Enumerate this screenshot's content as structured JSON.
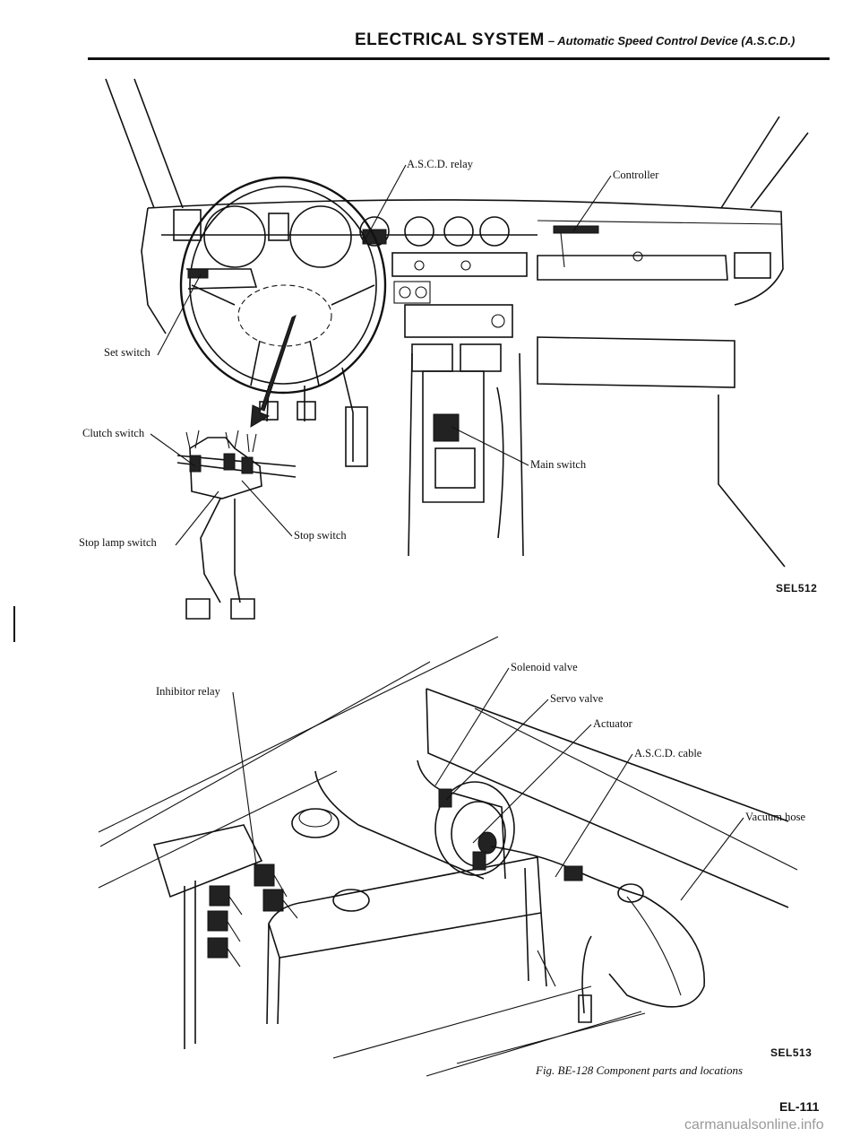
{
  "header": {
    "title": "ELECTRICAL SYSTEM",
    "subtitle": "– Automatic Speed Control Device (A.S.C.D.)"
  },
  "diagram_top": {
    "labels": {
      "ascd_relay": "A.S.C.D. relay",
      "controller": "Controller",
      "set_switch": "Set switch",
      "clutch_switch": "Clutch switch",
      "stop_lamp_switch": "Stop lamp switch",
      "stop_switch": "Stop switch",
      "main_switch": "Main switch"
    },
    "code": "SEL512"
  },
  "diagram_bottom": {
    "labels": {
      "solenoid_valve": "Solenoid valve",
      "servo_valve": "Servo valve",
      "actuator": "Actuator",
      "ascd_cable": "A.S.C.D. cable",
      "vacuum_hose": "Vacuum hose",
      "inhibitor_relay": "Inhibitor relay"
    },
    "code": "SEL513"
  },
  "caption": "Fig. BE-128 Component parts and locations",
  "page_number": "EL-111",
  "footer": "carmanualsonline.info"
}
